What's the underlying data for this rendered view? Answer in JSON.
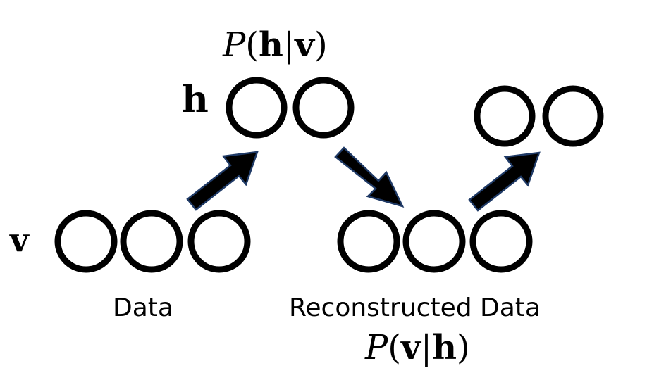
{
  "labels": {
    "v_layer": "v",
    "h_layer": "h",
    "data": "Data",
    "reconstructed": "Reconstructed Data"
  },
  "formulas": {
    "p_h_given_v": {
      "fn": "P",
      "open": "(",
      "first": "h",
      "bar": "|",
      "second": "v",
      "close": ")"
    },
    "p_v_given_h": {
      "fn": "P",
      "open": "(",
      "first": "v",
      "bar": "|",
      "second": "h",
      "close": ")"
    }
  },
  "colors": {
    "node_stroke": "#000000",
    "arrow_fill": "#000000",
    "arrow_outline": "#1f3a66"
  }
}
